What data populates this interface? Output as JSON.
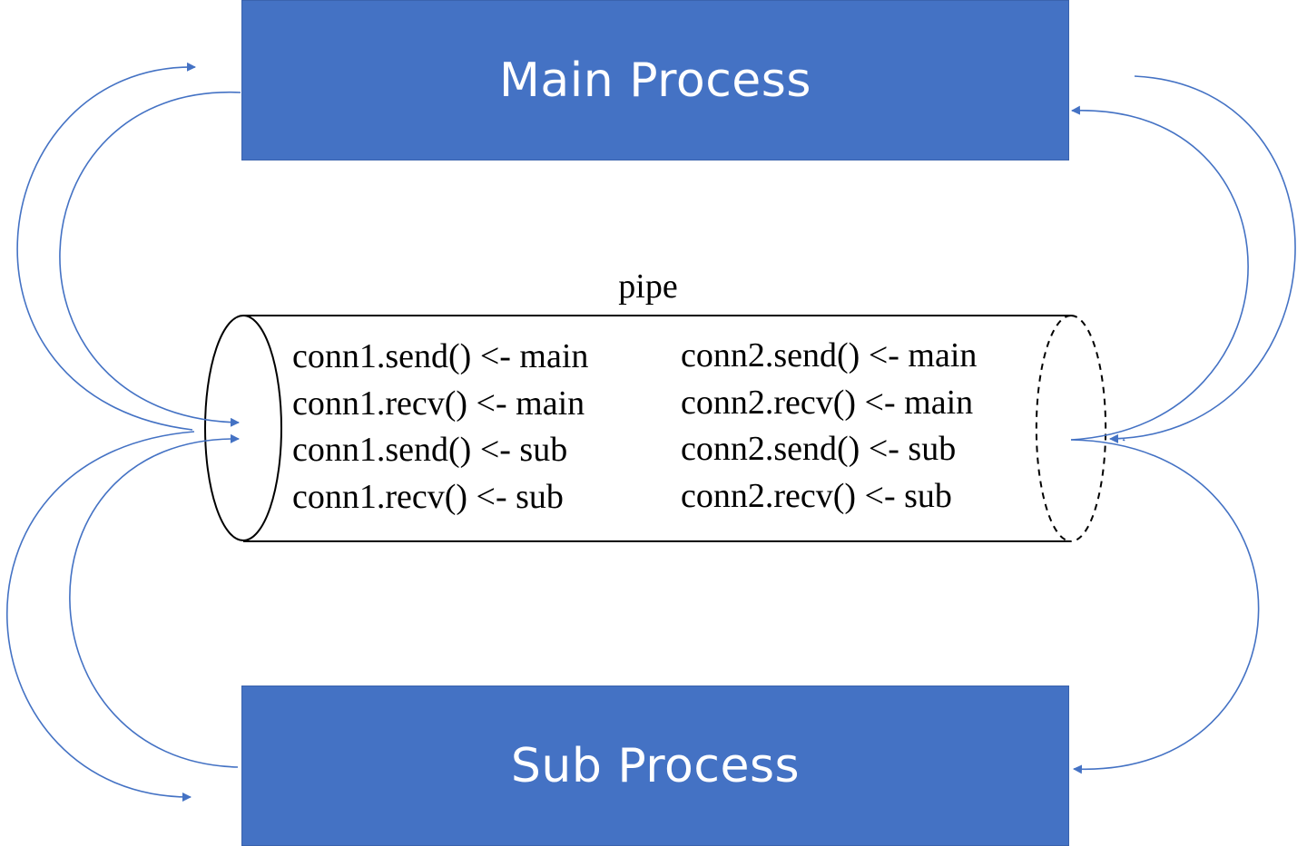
{
  "diagram": {
    "main_process_label": "Main Process",
    "sub_process_label": "Sub Process",
    "pipe_label": "pipe",
    "conn1_lines": [
      "conn1.send() <- main",
      "conn1.recv() <- main",
      "conn1.send() <- sub",
      "conn1.recv() <- sub"
    ],
    "conn2_lines": [
      "conn2.send() <- main",
      "conn2.recv() <- main",
      "conn2.send() <- sub",
      "conn2.recv() <- sub"
    ],
    "colors": {
      "process_fill": "#4472C4",
      "arrow": "#4472C4",
      "pipe_outline": "#000000"
    }
  }
}
